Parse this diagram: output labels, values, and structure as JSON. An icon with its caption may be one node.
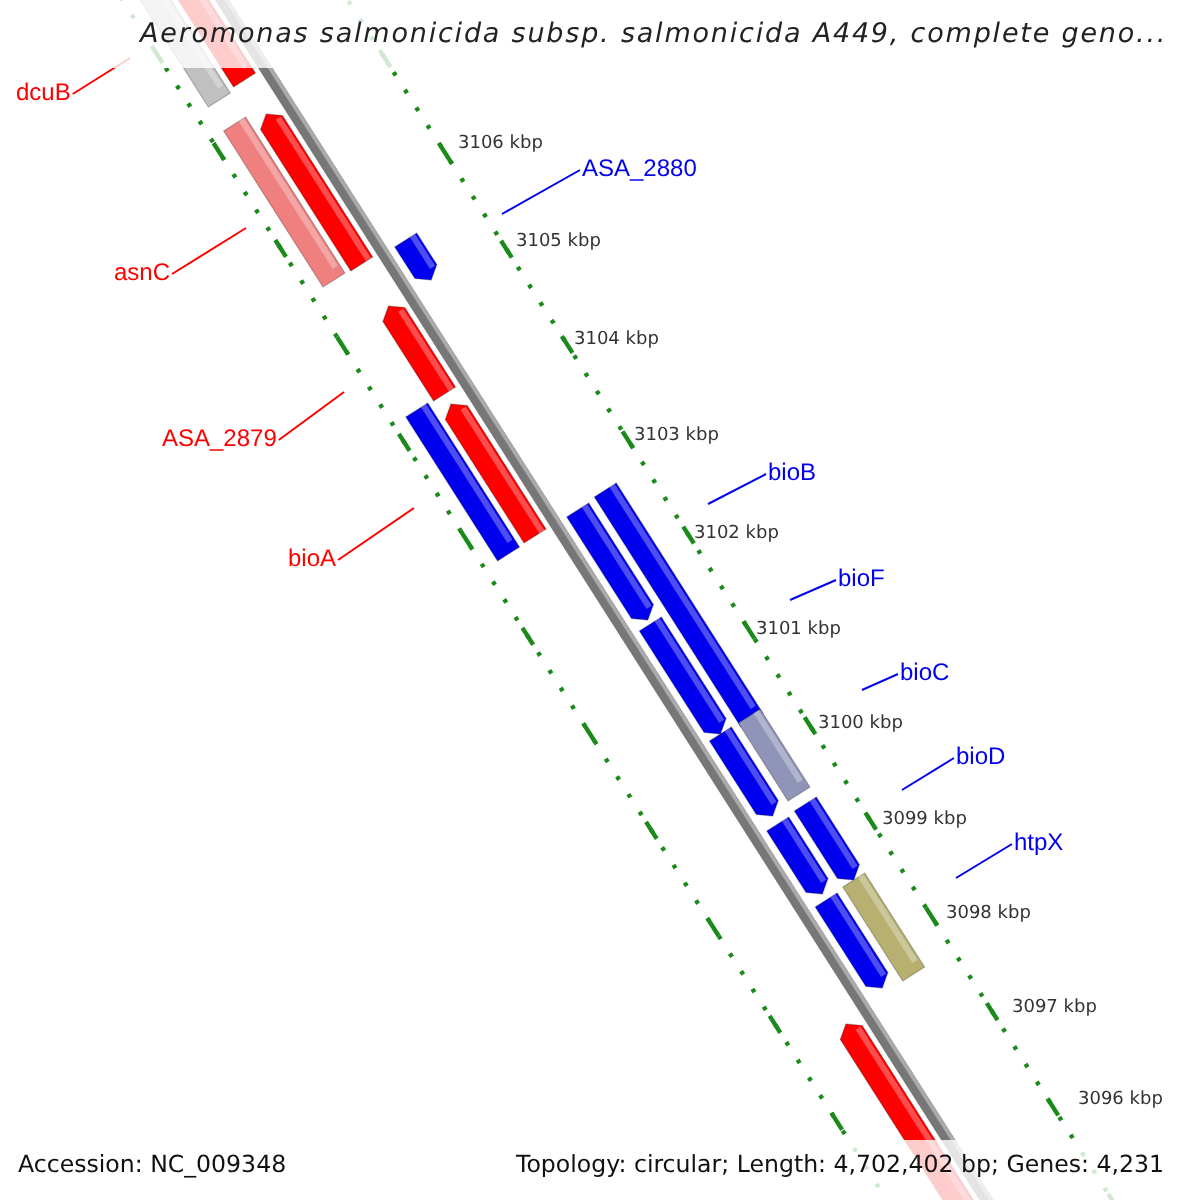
{
  "diagram": {
    "title": "Aeromonas salmonicida subsp. salmonicida A449, complete geno...",
    "nodes": [
      {
        "text": [
          "dcuB"
        ]
      },
      {
        "text": [
          "asnC"
        ]
      },
      {
        "text": [
          "ASA_2879"
        ]
      },
      {
        "text": [
          "bioA"
        ]
      },
      {
        "text": [
          "ASA_2880"
        ]
      },
      {
        "text": [
          "bioB"
        ]
      },
      {
        "text": [
          "bioF"
        ]
      },
      {
        "text": [
          "bioC"
        ]
      },
      {
        "text": [
          "bioD"
        ]
      },
      {
        "text": [
          "htpX"
        ]
      }
    ],
    "edges": [
      {
        "from": 0,
        "to": null,
        "arrow": "none",
        "color": "#ff0000"
      },
      {
        "from": 1,
        "to": null,
        "arrow": "none",
        "color": "#ff0000"
      },
      {
        "from": 2,
        "to": null,
        "arrow": "none",
        "color": "#ff0000"
      },
      {
        "from": 3,
        "to": null,
        "arrow": "none",
        "color": "#ff0000"
      },
      {
        "from": 4,
        "to": null,
        "arrow": "none"
      },
      {
        "from": 5,
        "to": null,
        "arrow": "none"
      },
      {
        "from": 6,
        "to": null,
        "arrow": "none"
      },
      {
        "from": 7,
        "to": null,
        "arrow": "none"
      },
      {
        "from": 8,
        "to": null,
        "arrow": "none"
      },
      {
        "from": 9,
        "to": null,
        "arrow": "none"
      }
    ],
    "labels": [
      "3106 kbp",
      "3105 kbp",
      "3104 kbp",
      "3103 kbp",
      "3102 kbp",
      "3101 kbp",
      "3100 kbp",
      "3099 kbp",
      "3098 kbp",
      "3097 kbp",
      "3096 kbp",
      "Accession: NC_009348",
      "Topology: circular; Length: 4,702,402 bp; Genes: 4,231"
    ]
  }
}
